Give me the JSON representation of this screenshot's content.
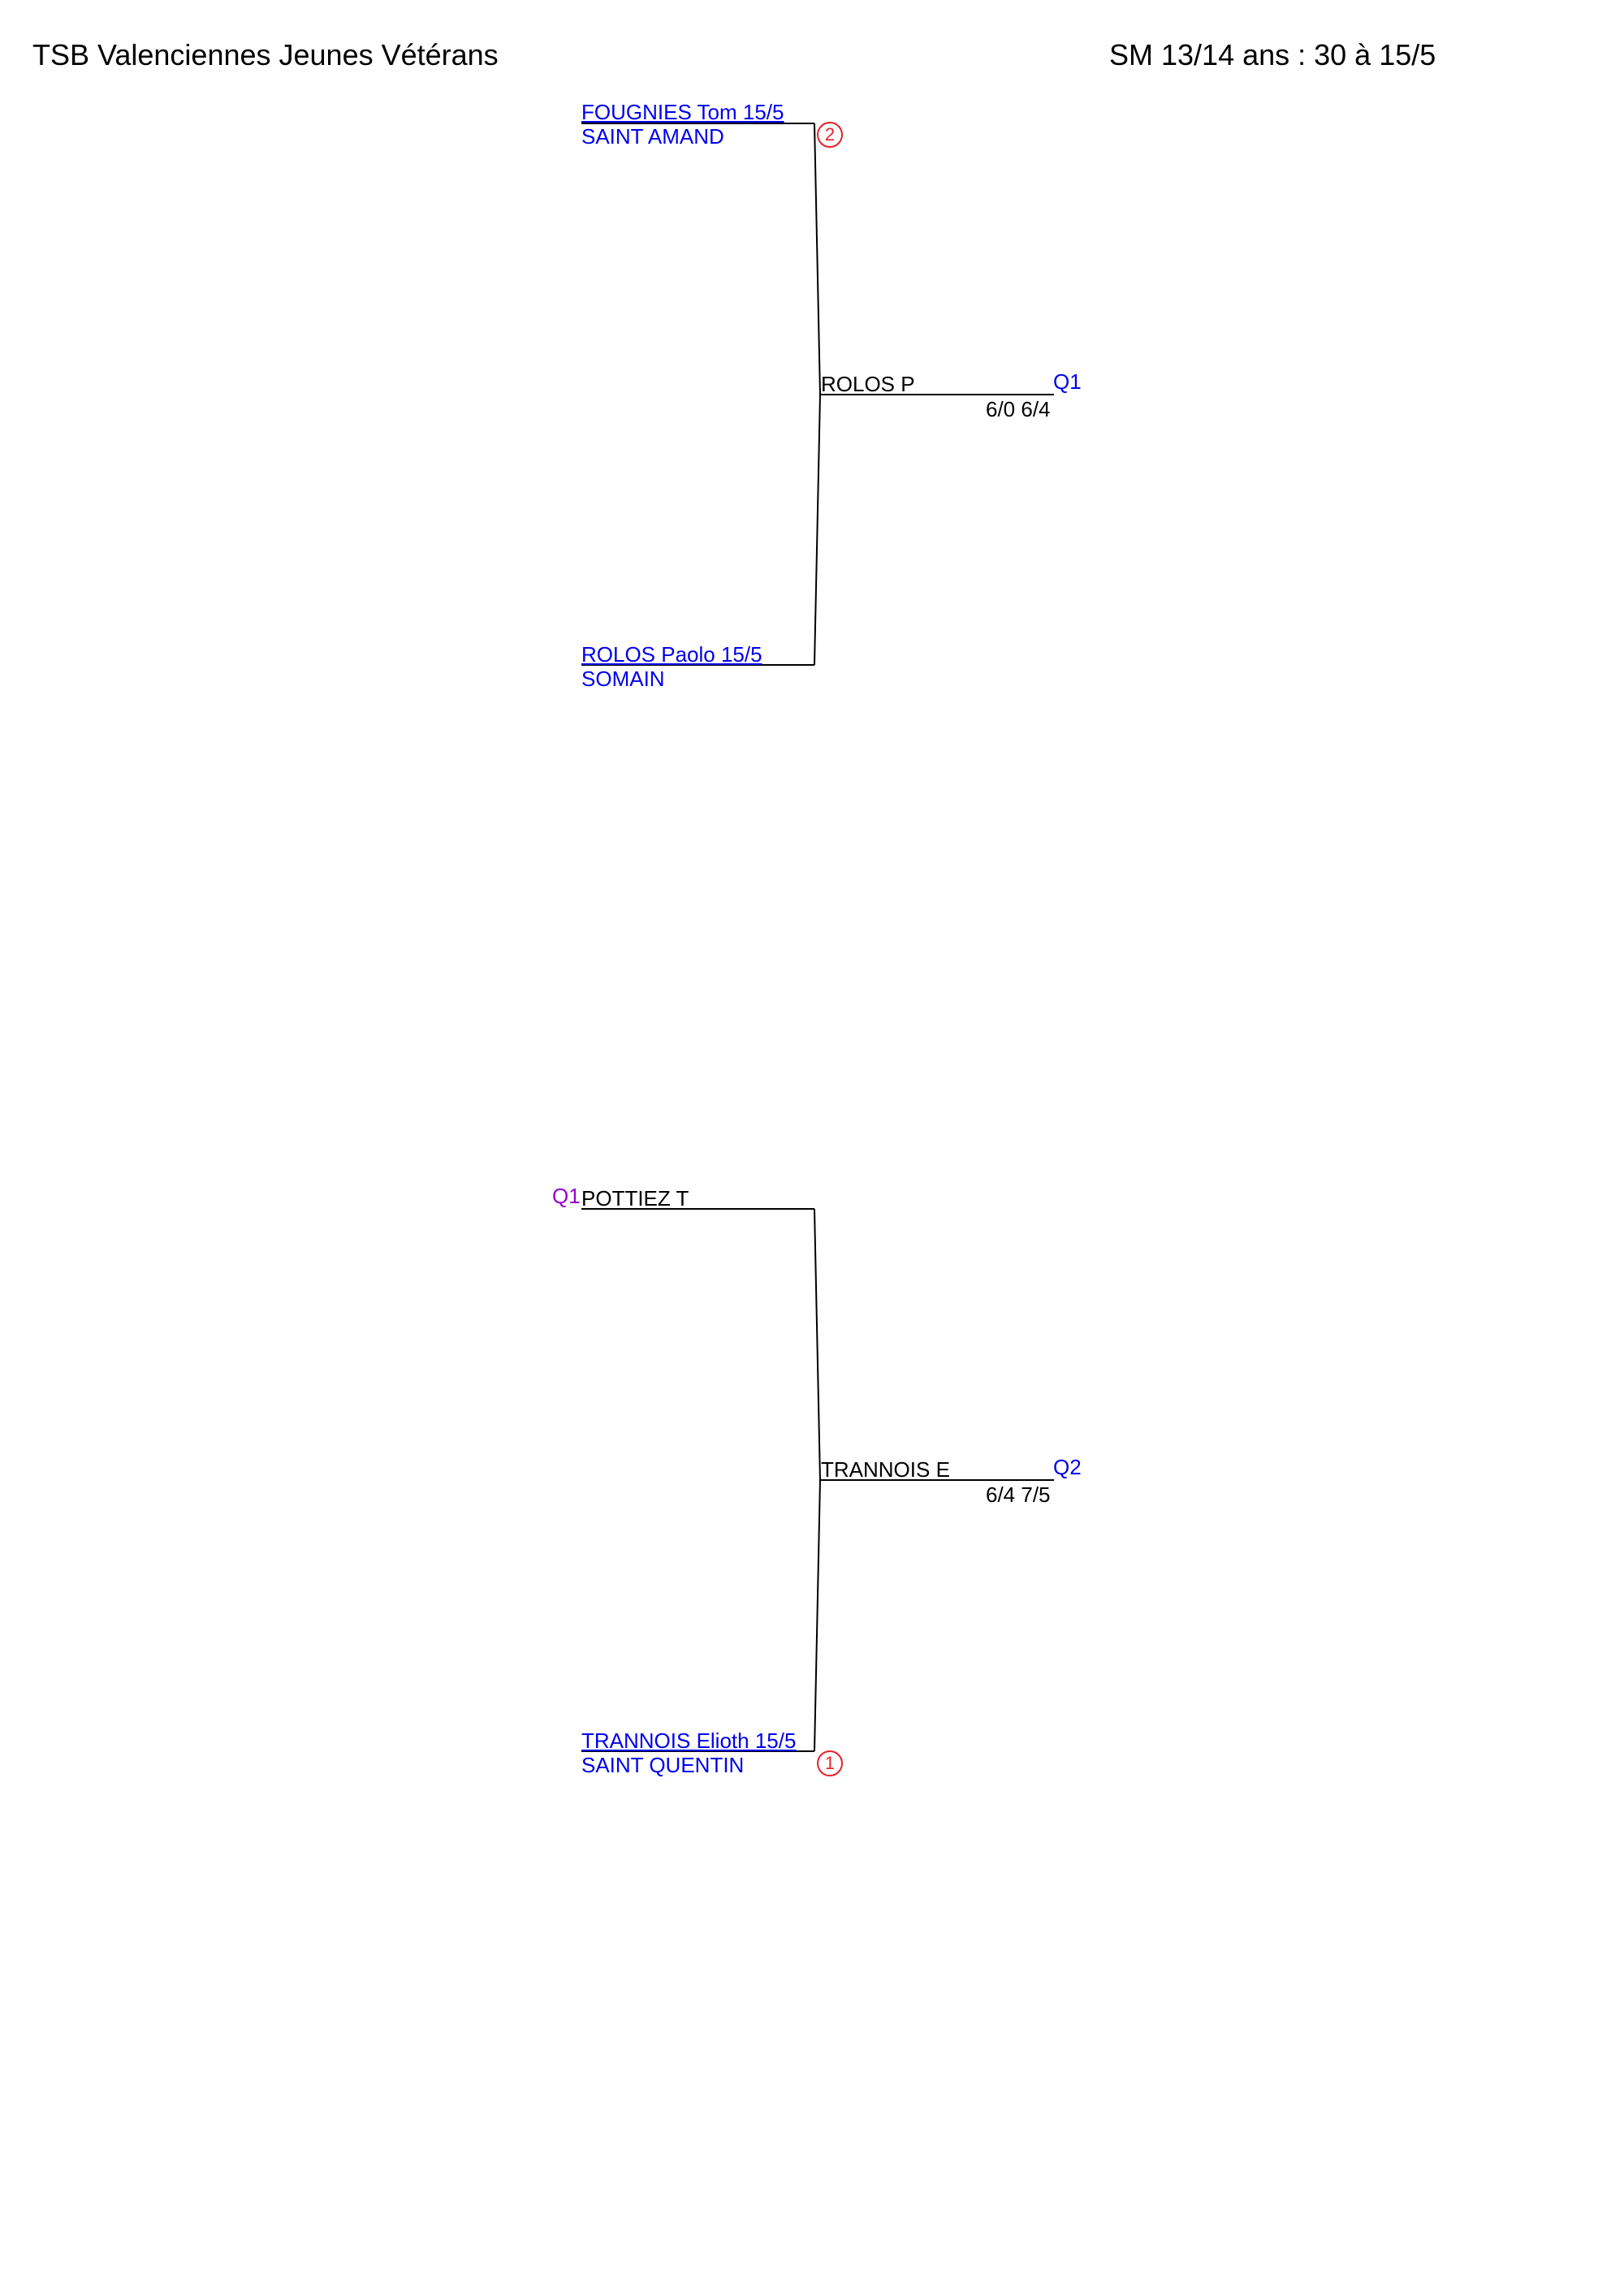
{
  "header": {
    "tournament": "TSB Valenciennes Jeunes Vétérans",
    "category": "SM 13/14 ans : 30 à 15/5"
  },
  "bracket_1": {
    "player_top": {
      "name": "FOUGNIES Tom 15/5",
      "club": "SAINT AMAND",
      "seed": "2"
    },
    "player_bottom": {
      "name": "ROLOS Paolo 15/5",
      "club": "SOMAIN"
    },
    "winner": "ROLOS P",
    "qualifier": "Q1",
    "score": "6/0 6/4"
  },
  "bracket_2": {
    "entry_label": "Q1",
    "player_top": {
      "name": "POTTIEZ T"
    },
    "player_bottom": {
      "name": "TRANNOIS Elioth 15/5",
      "club": "SAINT QUENTIN",
      "seed": "1"
    },
    "winner": "TRANNOIS E",
    "qualifier": "Q2",
    "score": "6/4 7/5"
  },
  "colors": {
    "link": "#0000ee",
    "qualifier_entry": "#9900cc",
    "seed": "#e8202a",
    "line": "#000000"
  }
}
